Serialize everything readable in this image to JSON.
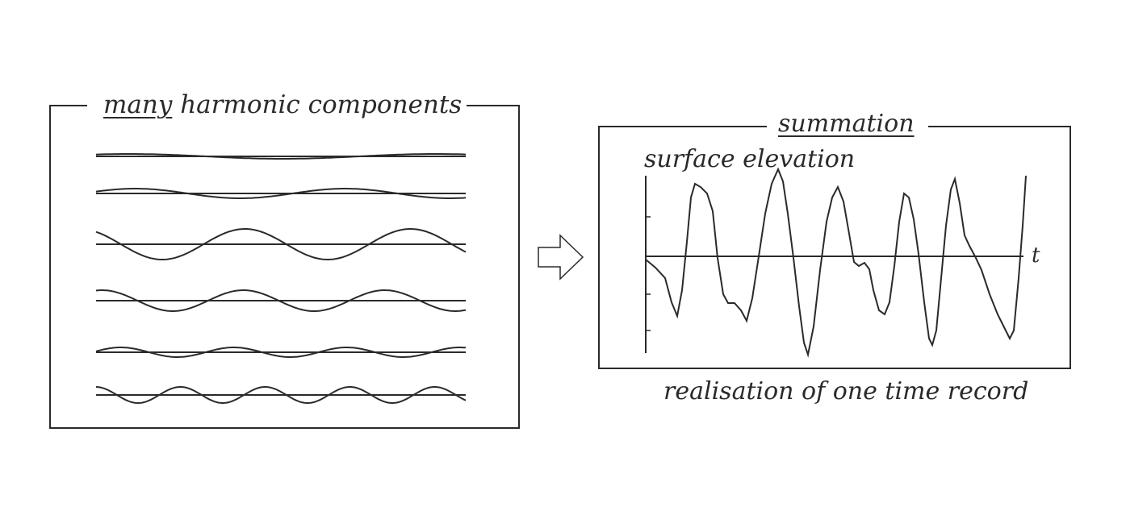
{
  "left_panel": {
    "title_emphasis": "many",
    "title_rest": " harmonic components"
  },
  "right_panel": {
    "title": "summation",
    "y_label": "surface elevation",
    "x_label": "t",
    "caption": "realisation of one time record"
  },
  "colors": {
    "ink": "#2a2a2a",
    "background": "#ffffff"
  },
  "icons": {
    "arrow": "right-arrow-icon"
  }
}
